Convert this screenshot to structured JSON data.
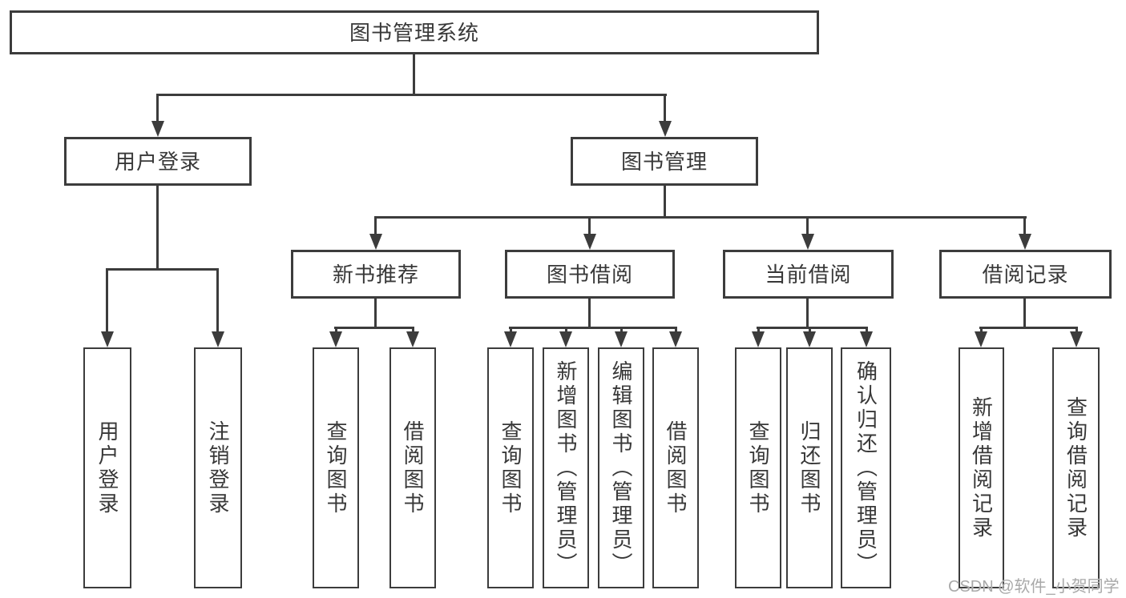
{
  "diagram": {
    "root": {
      "label": "图书管理系统"
    },
    "level1": {
      "user_login": {
        "label": "用户登录"
      },
      "book_management": {
        "label": "图书管理"
      }
    },
    "level2": {
      "new_book_recommend": {
        "label": "新书推荐"
      },
      "book_borrowing": {
        "label": "图书借阅"
      },
      "current_borrowing": {
        "label": "当前借阅"
      },
      "borrowing_records": {
        "label": "借阅记录"
      }
    },
    "leaves": {
      "user_login_login": {
        "label": "用户登录"
      },
      "user_login_logout": {
        "label": "注销登录"
      },
      "nbr_query_books": {
        "label": "查询图书"
      },
      "nbr_borrow_books": {
        "label": "借阅图书"
      },
      "bb_query_books": {
        "label": "查询图书"
      },
      "bb_add_books_admin": {
        "label": "新增图书（管理员）"
      },
      "bb_edit_books_admin": {
        "label": "编辑图书（管理员）"
      },
      "bb_borrow_books": {
        "label": "借阅图书"
      },
      "cb_query_books": {
        "label": "查询图书"
      },
      "cb_return_books": {
        "label": "归还图书"
      },
      "cb_confirm_return_admin": {
        "label": "确认归还（管理员）"
      },
      "br_add_record": {
        "label": "新增借阅记录"
      },
      "br_query_record": {
        "label": "查询借阅记录"
      }
    }
  },
  "watermark": {
    "text": "CSDN @软件_小贺同学",
    "color": "#a9a9a9"
  },
  "colors": {
    "line": "#3c3c3c",
    "text": "#383838",
    "box_background": "#ffffff",
    "page_background": "#ffffff"
  }
}
